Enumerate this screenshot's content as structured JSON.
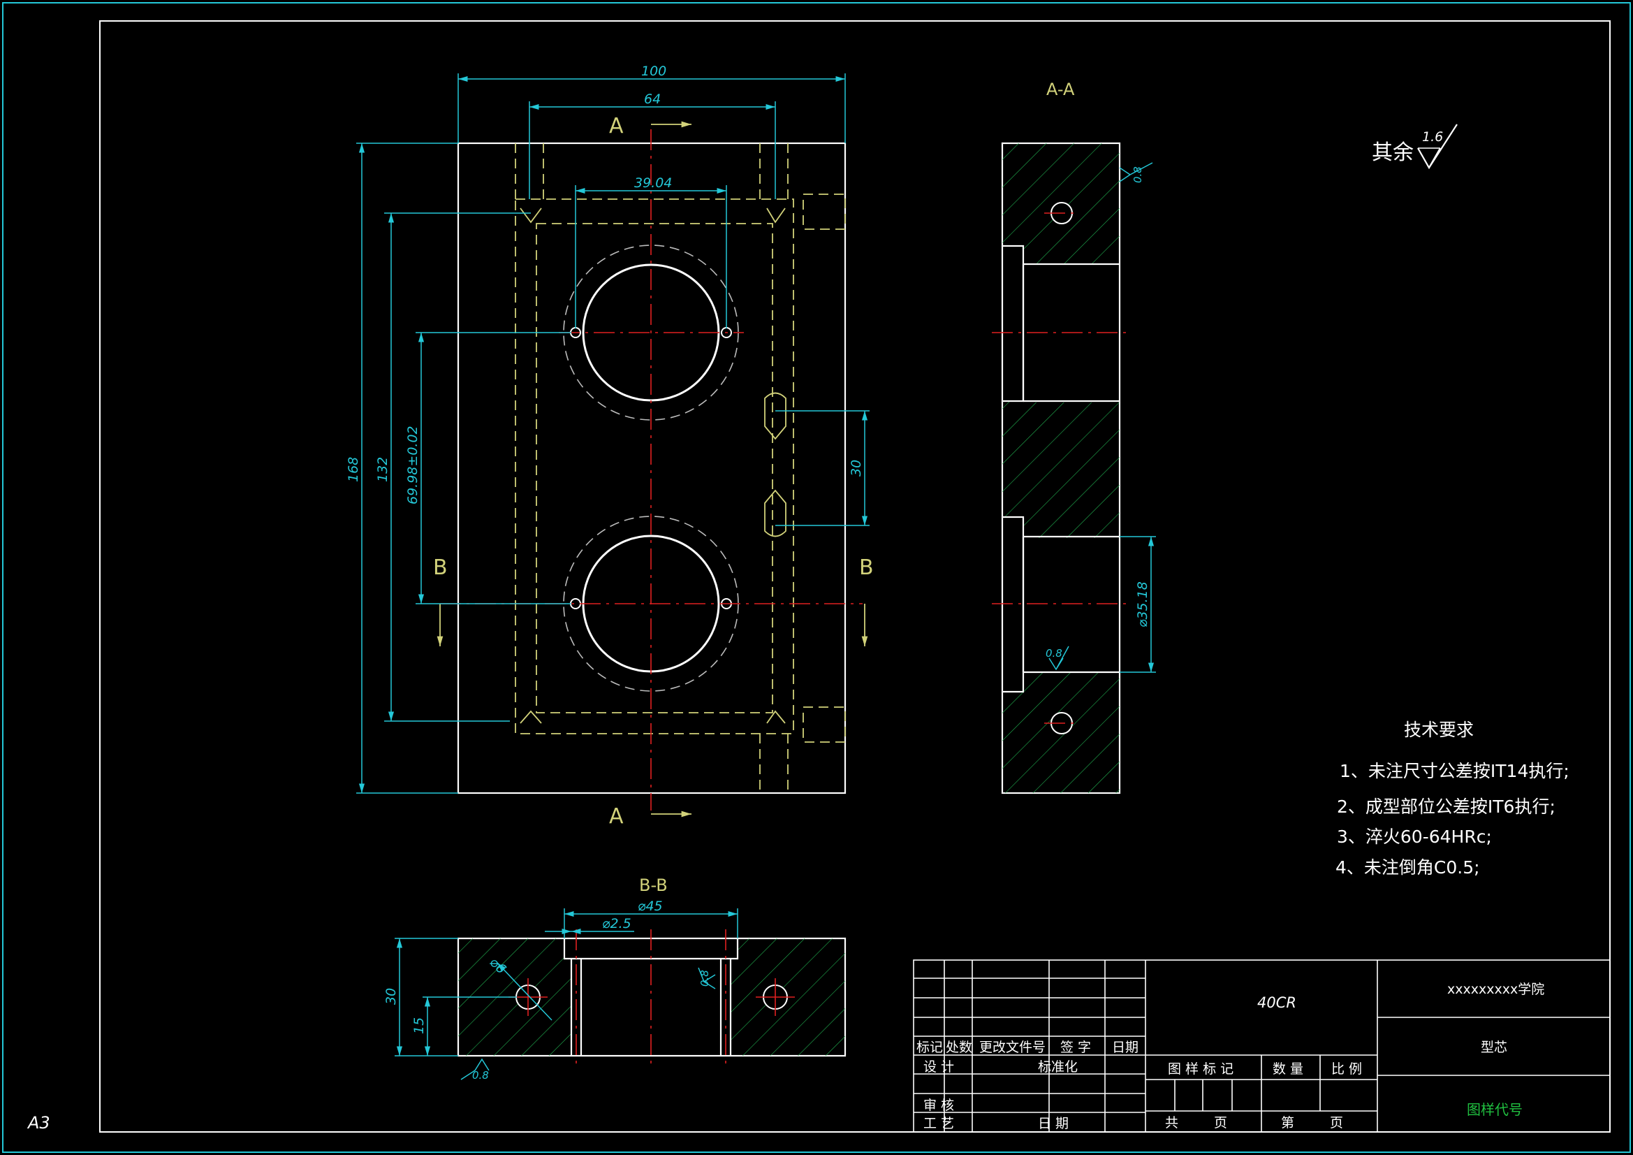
{
  "sheet_size": "A3",
  "view_labels": {
    "section_a_top": "A",
    "section_a_bottom": "A",
    "section_b_left": "B",
    "section_b_right": "B",
    "view_aa": "A-A",
    "view_bb": "B-B"
  },
  "dimensions": {
    "width_100": "100",
    "width_64": "64",
    "width_3904": "39.04",
    "height_168": "168",
    "height_132": "132",
    "height_6998": "69.98±0.02",
    "height_30": "30",
    "dia_3518": "⌀35.18",
    "dia_45": "⌀45",
    "dia_25": "⌀2.5",
    "dia_6": "⌀6",
    "bb_height_30": "30",
    "bb_height_15": "15"
  },
  "roughness": {
    "general_prefix": "其余",
    "general_value": "1.6",
    "aa_right": "0.8",
    "aa_bore": "0.8",
    "bb_bottom": "0.8",
    "bb_bore": "0.8"
  },
  "technical_requirements": {
    "title": "技术要求",
    "items": [
      "1、未注尺寸公差按IT14执行;",
      "2、成型部位公差按IT6执行;",
      "3、淬火60-64HRc;",
      "4、未注倒角C0.5;"
    ]
  },
  "title_block": {
    "material": "40CR",
    "school": "xxxxxxxxx学院",
    "part_name": "型芯",
    "drawing_code_label": "图样代号",
    "row_headers": [
      "标记",
      "处数",
      "更改文件号",
      "签 字",
      "日期"
    ],
    "design": "设 计",
    "standardize": "标准化",
    "review": "审 核",
    "process": "工 艺",
    "date": "日 期",
    "stage_mark": "图 样 标 记",
    "quantity": "数 量",
    "scale": "比 例",
    "total": "共",
    "page": "页",
    "number": "第",
    "page2": "页"
  }
}
